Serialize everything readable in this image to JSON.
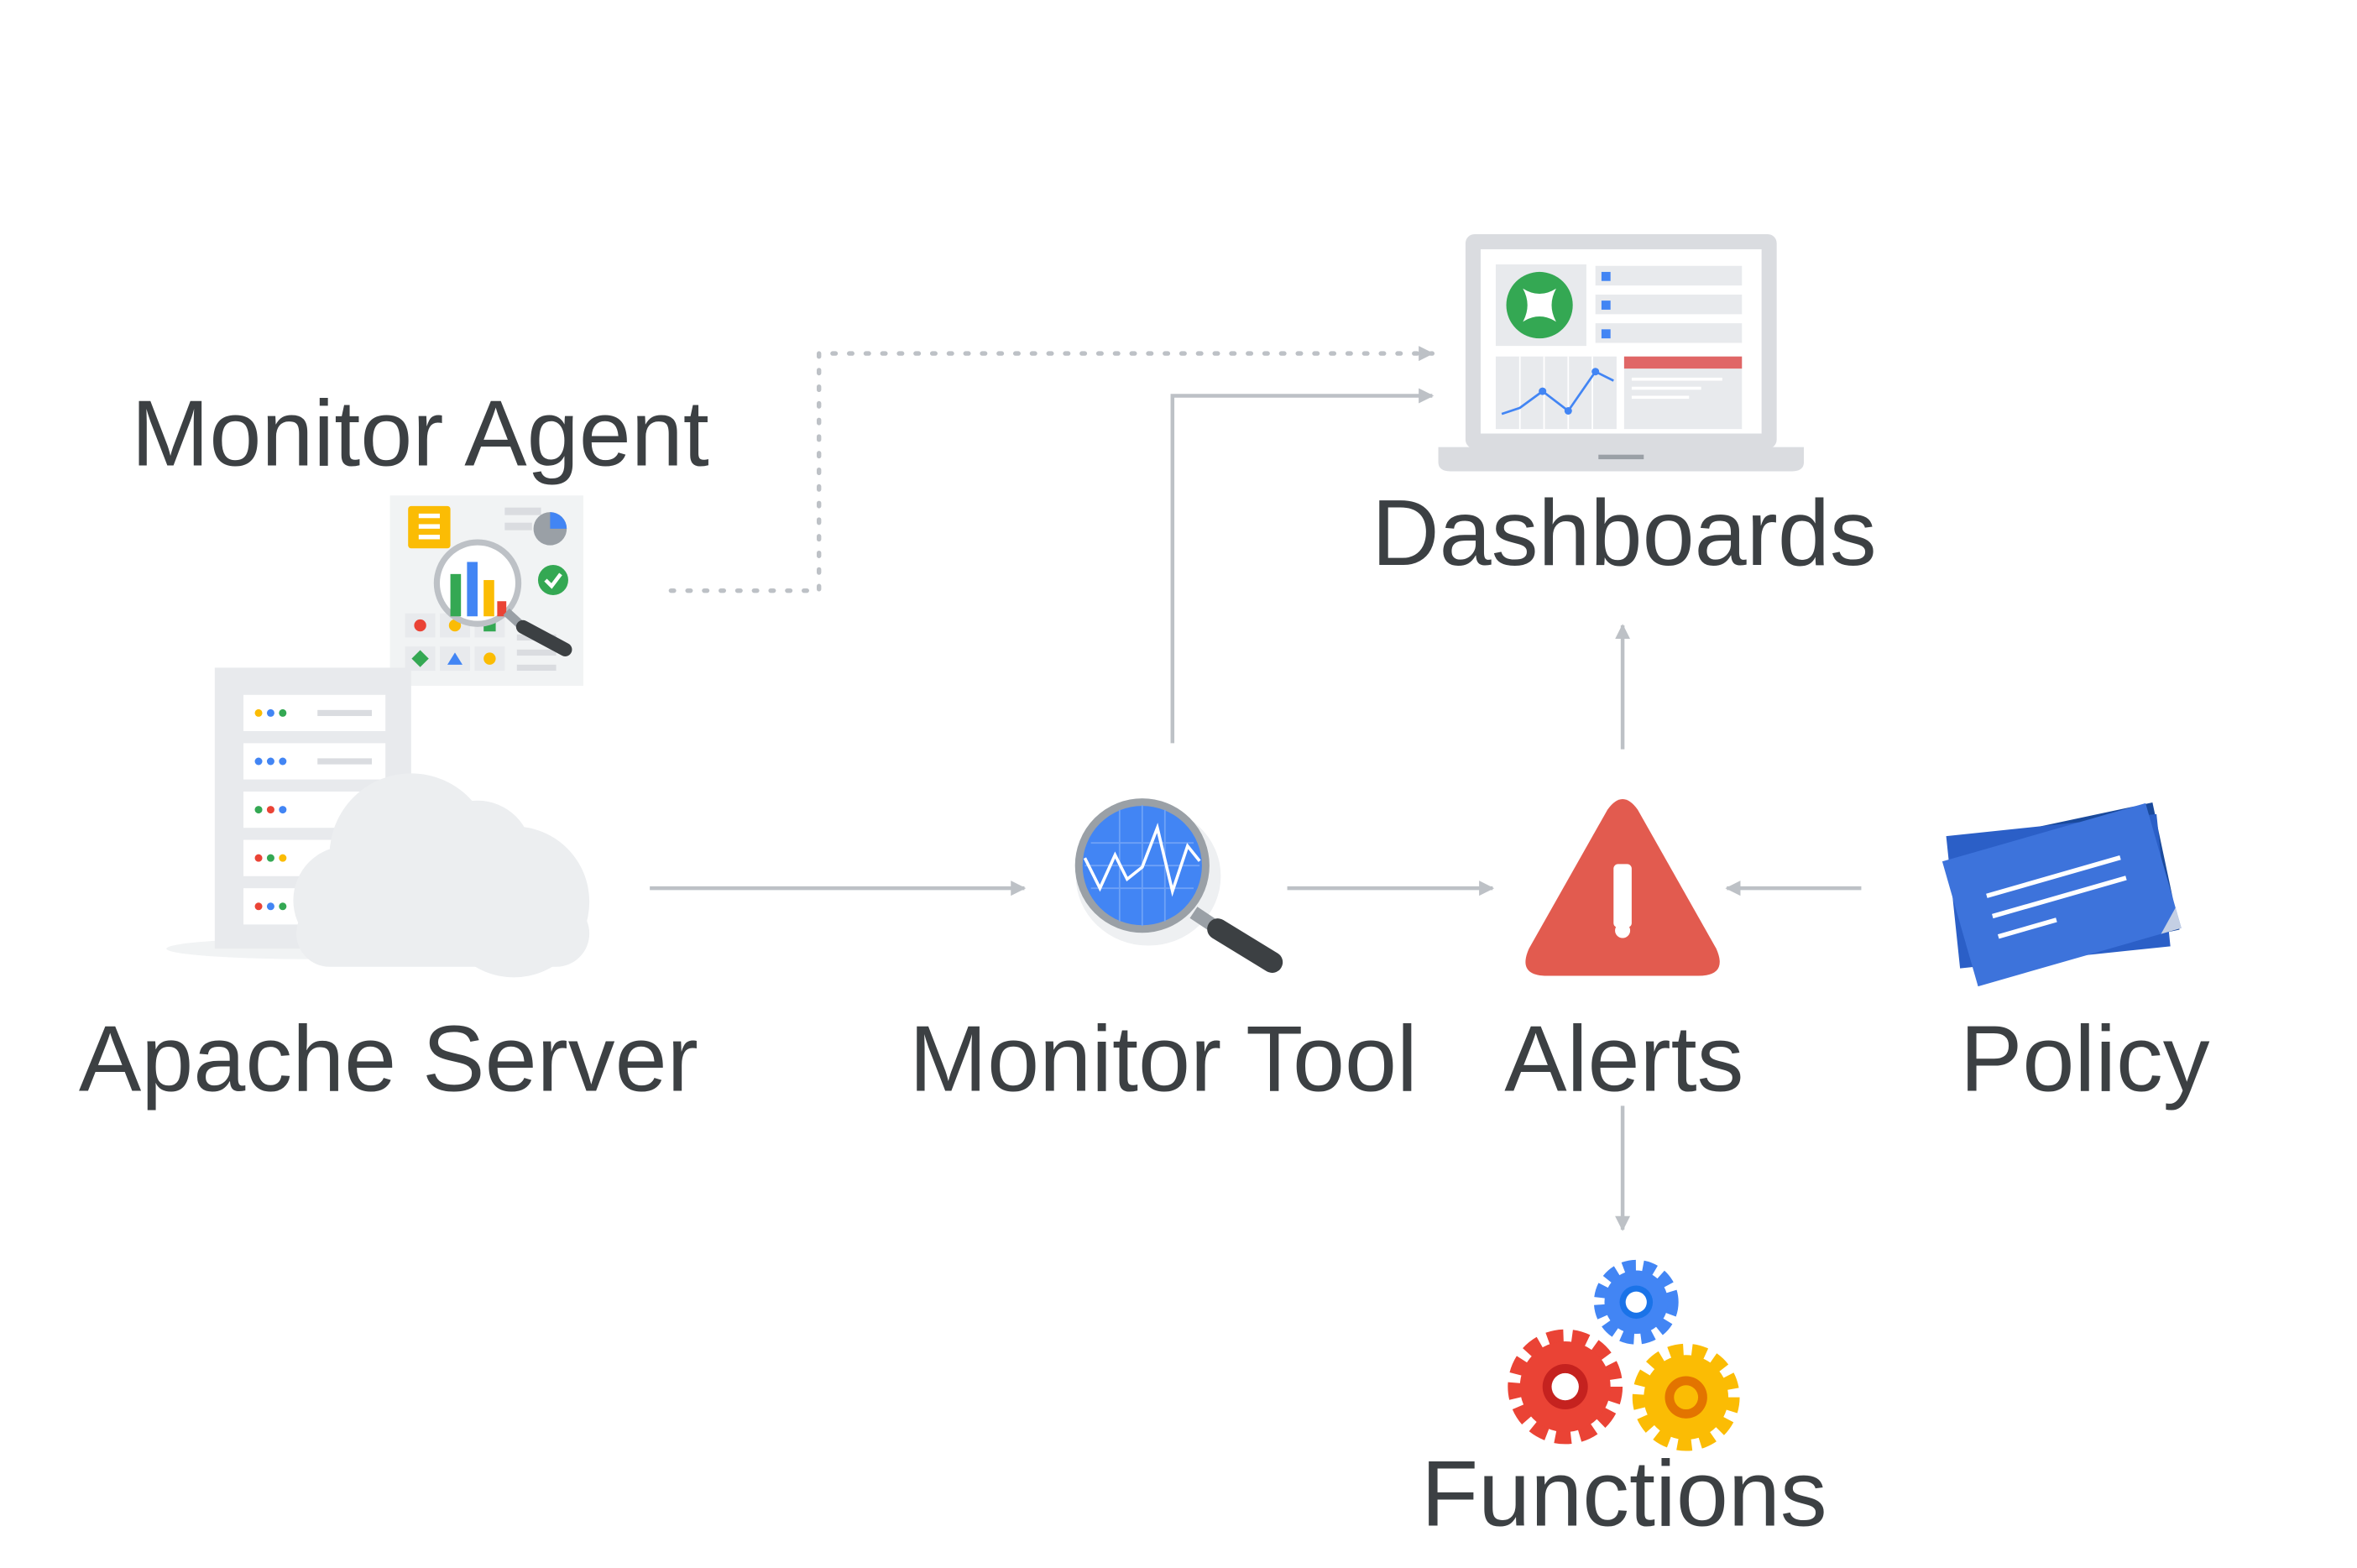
{
  "nodes": {
    "monitor_agent": {
      "label": "Monitor Agent",
      "icon": "monitor-agent-report-icon"
    },
    "apache_server": {
      "label": "Apache Server",
      "icon": "server-cloud-icon"
    },
    "monitor_tool": {
      "label": "Monitor Tool",
      "icon": "magnifier-graph-icon"
    },
    "alerts": {
      "label": "Alerts",
      "icon": "warning-triangle-icon"
    },
    "policy": {
      "label": "Policy",
      "icon": "policy-documents-icon"
    },
    "dashboards": {
      "label": "Dashboards",
      "icon": "laptop-dashboard-icon"
    },
    "functions": {
      "label": "Functions",
      "icon": "gears-icon"
    }
  },
  "edges": [
    {
      "from": "Apache Server",
      "to": "Monitor Tool",
      "style": "solid"
    },
    {
      "from": "Monitor Tool",
      "to": "Alerts",
      "style": "solid"
    },
    {
      "from": "Policy",
      "to": "Alerts",
      "style": "solid"
    },
    {
      "from": "Alerts",
      "to": "Dashboards",
      "style": "solid"
    },
    {
      "from": "Alerts",
      "to": "Functions",
      "style": "solid"
    },
    {
      "from": "Monitor Tool",
      "to": "Dashboards",
      "style": "solid"
    },
    {
      "from": "Monitor Agent",
      "to": "Dashboards",
      "style": "dotted"
    }
  ],
  "colors": {
    "connector": "#bdc1c6",
    "text": "#3c4043",
    "google_blue": "#4285f4",
    "google_red": "#ea4335",
    "google_yellow": "#fbbc04",
    "google_green": "#34a853",
    "alert_red": "#e25b4f"
  }
}
